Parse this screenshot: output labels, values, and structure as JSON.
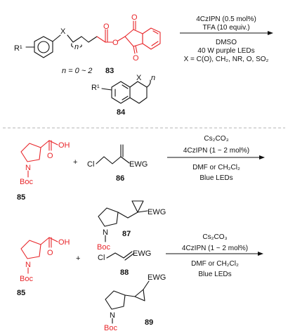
{
  "reaction1": {
    "cond1": "4CzIPN (0.5 mol%)",
    "cond2": "TFA (10 equiv.)",
    "cond3": "DMSO",
    "cond4": "40 W purple LEDs",
    "cond5": "X = C(O), CH₂, NR, O, SO₂",
    "reactant_number": "83",
    "product_number": "84",
    "range_note": "n = 0 ~ 2",
    "atom_x": "X",
    "atom_n": "n",
    "atom_o": "O",
    "atom_r1": "R¹"
  },
  "reaction2": {
    "cond1": "Cs₂CO₃",
    "cond2": "4CzIPN (1 ~ 2 mol%)",
    "cond3": "DMF or CH₂Cl₂",
    "cond4": "Blue LEDs",
    "acid_number": "85",
    "alkene_number": "86",
    "product_number": "87",
    "plus": "+",
    "atom_n": "N",
    "atom_oh": "OH",
    "atom_o": "O",
    "atom_boc": "Boc",
    "atom_cl": "Cl",
    "atom_ewg": "EWG"
  },
  "reaction3": {
    "cond1": "Cs₂CO₃",
    "cond2": "4CzIPN (1 ~ 2 mol%)",
    "cond3": "DMF or CH₂Cl₂",
    "cond4": "Blue LEDs",
    "acid_number": "85",
    "alkene_number": "88",
    "product_number": "89",
    "plus": "+",
    "atom_n": "N",
    "atom_oh": "OH",
    "atom_o": "O",
    "atom_boc": "Boc",
    "atom_cl": "Cl",
    "atom_ewg": "EWG"
  }
}
